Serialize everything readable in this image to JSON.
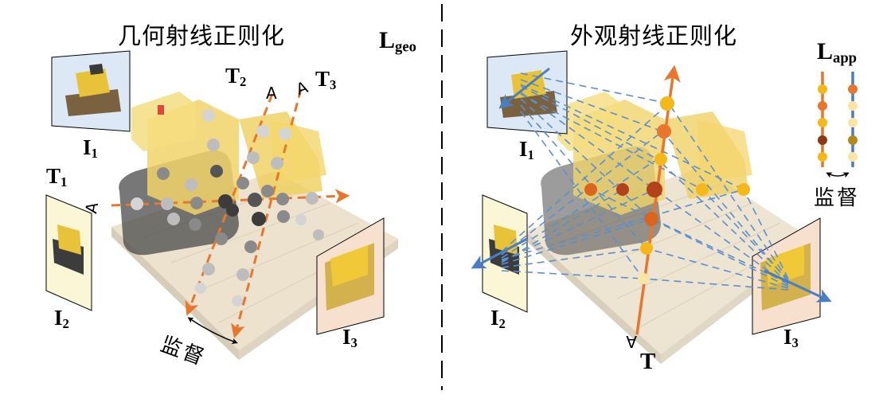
{
  "left_panel": {
    "title": "几何射线正则化",
    "loss_main": "L",
    "loss_sub": "geo",
    "camera_labels": [
      {
        "main": "I",
        "sub": "1"
      },
      {
        "main": "I",
        "sub": "2"
      },
      {
        "main": "I",
        "sub": "3"
      }
    ],
    "ray_labels": [
      {
        "main": "T",
        "sub": "1"
      },
      {
        "main": "T",
        "sub": "2"
      },
      {
        "main": "T",
        "sub": "3"
      }
    ],
    "supervision_label": "监督"
  },
  "right_panel": {
    "title": "外观射线正则化",
    "loss_main": "L",
    "loss_sub": "app",
    "camera_labels": [
      {
        "main": "I",
        "sub": "1"
      },
      {
        "main": "I",
        "sub": "2"
      },
      {
        "main": "I",
        "sub": "3"
      }
    ],
    "ray_label": "T",
    "supervision_label": "监督"
  },
  "colors": {
    "ray_orange": "#e8762c",
    "ray_blue": "#4a7ec4",
    "dash_blue": "#5b8fd0",
    "sample_yellow": "#f4b81a",
    "sample_dark_orange": "#d9661e",
    "sample_brown": "#8a3a12",
    "gray_light": "#d4d4d4",
    "gray_mid": "#8a8a8a",
    "gray_dark": "#3c3c3c",
    "cam_blue_bg": "#dce8f6",
    "cam_yellow_bg": "#fbf6d6",
    "cam_peach_bg": "#f8e0cf",
    "lego_yellow": "#f1d46a",
    "lego_base": "#e9ddc6"
  }
}
